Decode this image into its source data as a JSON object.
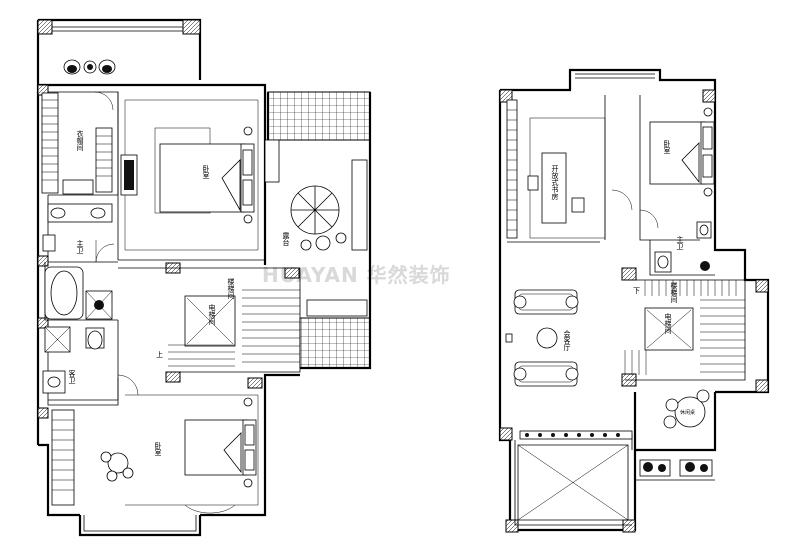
{
  "left_plan": {
    "rooms": {
      "walk_in_closet": "衣帽间",
      "master_bedroom": "卧室",
      "terrace": "露台",
      "master_bath": "主卫",
      "guest_bath": "客卫",
      "stair_label": "楼梯间",
      "elevator": "电梯间",
      "second_bedroom": "卧室",
      "down_mark": "上"
    }
  },
  "right_plan": {
    "rooms": {
      "bedroom": "卧室",
      "open_study": "开放式书房",
      "master_bath": "主卫",
      "stair_label": "楼梯间",
      "elevator": "电梯间",
      "lounge": "会客厅",
      "down_mark": "下",
      "table_label": "休闲桌"
    }
  },
  "watermark": "HUAYAN 华然装饰"
}
